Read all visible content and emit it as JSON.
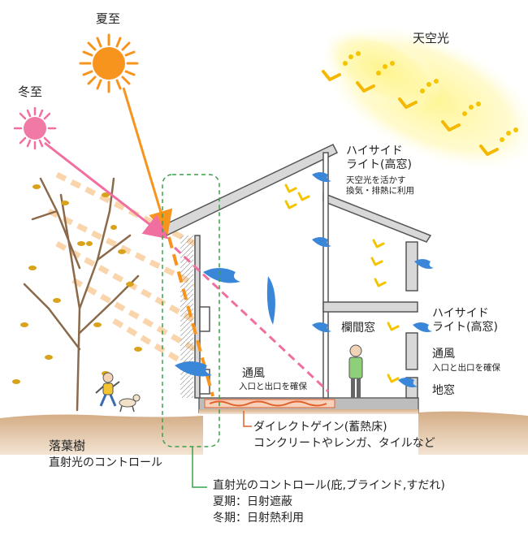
{
  "labels": {
    "summer_solstice": "夏至",
    "winter_solstice": "冬至",
    "sky_light": "天空光",
    "highside_light_top": "ハイサイド\nライト(高窓)",
    "highside_light_top_note": "天空光を活かす\n換気・排熱に利用",
    "transom_window": "欄間窓",
    "highside_light_right": "ハイサイド\nライト(高窓)",
    "ventilation_right": "通風",
    "ventilation_right_note": "入口と出口を確保",
    "floor_window": "地窓",
    "ventilation_left": "通風",
    "ventilation_left_note": "入口と出口を確保",
    "direct_gain": "ダイレクトゲイン(蓄熱床)",
    "direct_gain_note": "コンクリートやレンガ、タイルなど",
    "deciduous_tree": "落葉樹",
    "deciduous_tree_note": "直射光のコントロール",
    "eave_control": "直射光のコントロール(庇,ブラインド,すだれ)",
    "summer_note": "夏期：日射遮蔽",
    "winter_note": "冬期：日射熱利用"
  },
  "colors": {
    "summer_sun": "#f7941d",
    "winter_sun": "#f06fa0",
    "summer_ray": "#f7941d",
    "winter_ray": "#f06fa0",
    "sky_glow": "#fff27a",
    "sky_chevron": "#f5b800",
    "wind": "#3a86d8",
    "ground": "#c9a27c",
    "house_line": "#555555",
    "guide_green": "#3aa04a",
    "floor_heat": "#e2602a",
    "tree_leaves": "#d9a21b"
  }
}
